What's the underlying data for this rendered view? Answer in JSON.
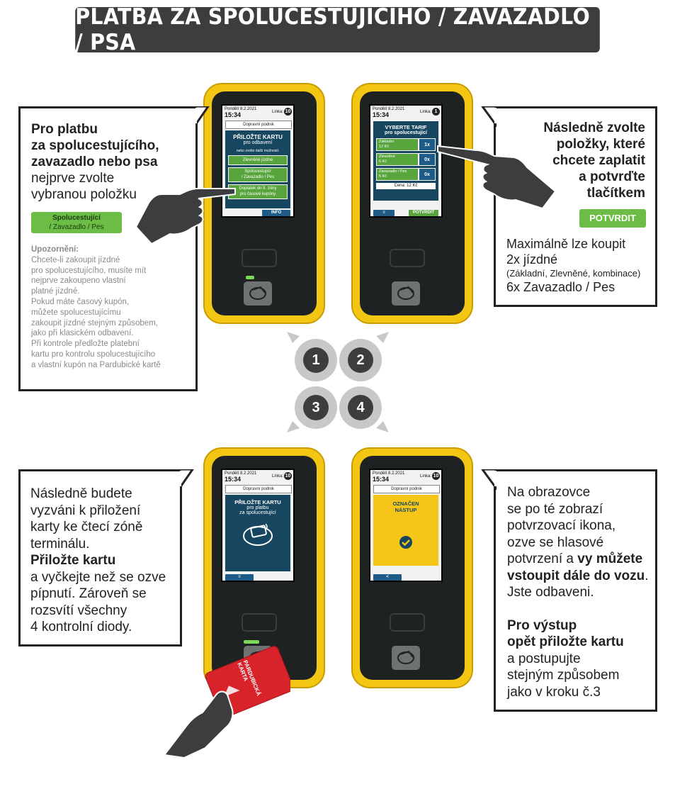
{
  "title": "PLATBA ZA SPOLUCESTUJÍCÍHO / ZAVAZADLO / PSA",
  "step1": {
    "line1": "Pro platbu",
    "line2": "za spolucestujícího,",
    "line3": "zavazadlo nebo psa",
    "line4": "nejprve zvolte",
    "line5": "vybranou položku",
    "button_l1": "Spolucestující",
    "button_l2": "/ Zavazadlo / Pes",
    "warning_title": "Upozornění:",
    "warning_lines": [
      "Chcete-li zakoupit jízdné",
      "pro spolucestujícího, musíte mít",
      "nejprve zakoupeno vlastní",
      "platné jízdné.",
      "Pokud máte časový kupón,",
      "můžete spolucestujícímu",
      "zakoupit jízdné stejným způsobem,",
      "jako při klasickém odbavení.",
      "Při kontrole předložte platební",
      "kartu pro kontrolu spolucestujícího",
      "a vlastní kupón na Pardubické kartě"
    ]
  },
  "step2": {
    "line1": "Následně zvolte",
    "line2": "položky, které",
    "line3": "chcete zaplatit",
    "line4": "a potvrďte",
    "line5": "tlačítkem",
    "button": "POTVRDIT",
    "max_l1": "Maximálně lze koupit",
    "max_l2": "2x jízdné",
    "max_l3": "(Základní, Zlevněné, kombinace)",
    "max_l4": "6x Zavazadlo / Pes"
  },
  "step3": {
    "l1": "Následně budete",
    "l2": "vyzváni k přiložení",
    "l3": "karty ke čtecí zóně",
    "l4": "terminálu.",
    "l5": "Přiložte kartu",
    "l6": "a vyčkejte než se ozve",
    "l7": "pípnutí. Zároveň se",
    "l8": "rozsvítí všechny",
    "l9": "4 kontrolní diody."
  },
  "step4": {
    "l1": "Na obrazovce",
    "l2": "se po té zobrazí",
    "l3": "potvrzovací ikona,",
    "l4": "ozve se hlasové",
    "l5a": "potvrzení a ",
    "l5b": "vy můžete",
    "l6": "vstoupit dále do vozu",
    "l6end": ".",
    "l7": "Jste odbaveni.",
    "l8": "Pro výstup",
    "l9": "opět přiložte kartu",
    "l10": "a postupujte",
    "l11": "stejným způsobem",
    "l12": "jako v kroku č.3"
  },
  "steps": [
    "1",
    "2",
    "3",
    "4"
  ],
  "screen_common": {
    "date": "Pondělí 8.2.2021",
    "time": "15:34",
    "linka": "Linka:",
    "operator": "Dopravní podnik"
  },
  "screen1": {
    "line_num": "10",
    "panel_l1": "PŘILOŽTE KARTU",
    "panel_l2": "pro odbavení",
    "panel_l3": "nebo zvolte další možnosti:",
    "btn1": "Zlevněné jízdné",
    "btn2_l1": "Spolucestující",
    "btn2_l2": "/ Zavazadlo / Pes",
    "btn3_l1": "Doplatek do II. zóny",
    "btn3_l2": "pro časové kupóny",
    "info": "INFO"
  },
  "screen2": {
    "line_num": "1",
    "panel_l1": "VYBERTE TARIF",
    "panel_l2": "pro spolucestující",
    "rows": [
      {
        "l1": "Základní",
        "l2": "12 Kč",
        "count": "1x"
      },
      {
        "l1": "Zlevněné",
        "l2": "6 Kč",
        "count": "0x"
      },
      {
        "l1": "Zavazadlo / Pes",
        "l2": "5 Kč",
        "count": "0x"
      }
    ],
    "cena": "Cena: 12 Kč",
    "menu": "≡",
    "confirm": "POTVRDIT"
  },
  "screen3": {
    "line_num": "10",
    "panel_l1": "PŘILOŽTE KARTU",
    "panel_l2": "pro platbu",
    "panel_l3": "za spolucestující",
    "menu": "≡"
  },
  "screen4": {
    "line_num": "10",
    "l1": "OZNAČEN",
    "l2": "NÁSTUP",
    "back": "<"
  },
  "card": {
    "l1": "PARDUBICKÁ",
    "l2": "KARTA"
  },
  "colors": {
    "banner": "#3b3d3e",
    "terminal_yellow": "#f4c614",
    "green": "#6cbd45",
    "screen_blue": "#174660",
    "card_red": "#d8232a"
  }
}
